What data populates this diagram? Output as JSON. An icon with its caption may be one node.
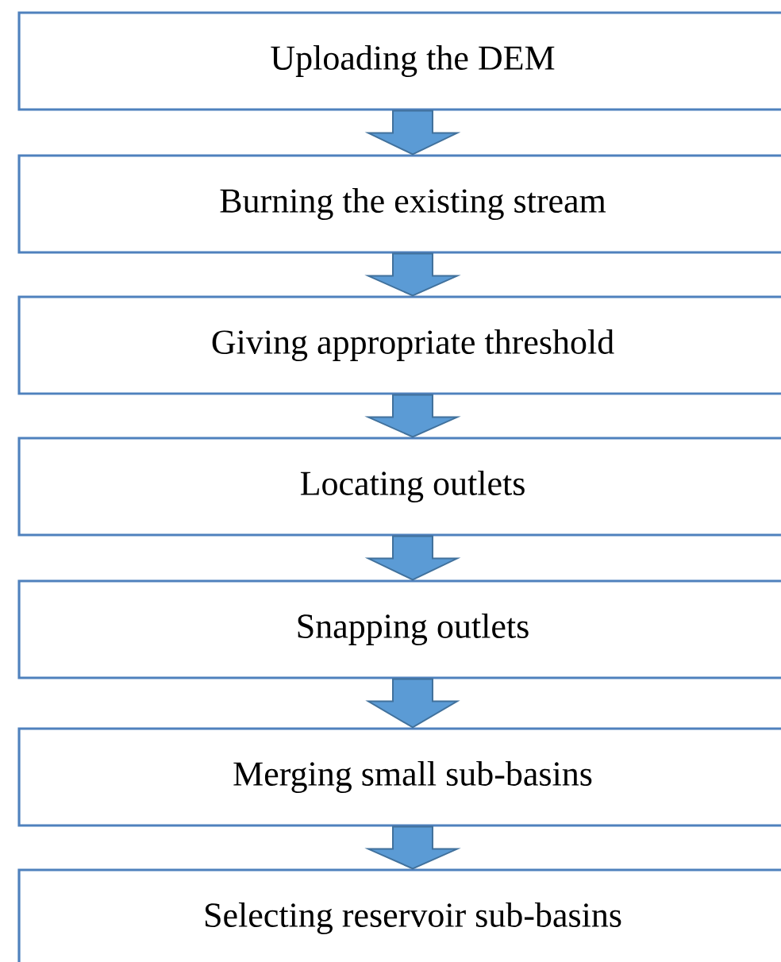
{
  "diagram": {
    "nodes": [
      {
        "text": [
          "Uploading the DEM"
        ]
      },
      {
        "text": [
          "Burning the existing stream"
        ]
      },
      {
        "text": [
          "Giving appropriate threshold"
        ]
      },
      {
        "text": [
          "Locating outlets"
        ]
      },
      {
        "text": [
          "Snapping outlets"
        ]
      },
      {
        "text": [
          "Merging small sub-basins"
        ]
      },
      {
        "text": [
          "Selecting reservoir sub-basins"
        ]
      }
    ],
    "edges": [
      {
        "from": 0,
        "to": 1,
        "arrow": "to"
      },
      {
        "from": 1,
        "to": 2,
        "arrow": "to"
      },
      {
        "from": 2,
        "to": 3,
        "arrow": "to"
      },
      {
        "from": 3,
        "to": 4,
        "arrow": "to"
      },
      {
        "from": 4,
        "to": 5,
        "arrow": "to"
      },
      {
        "from": 5,
        "to": 6,
        "arrow": "to"
      }
    ]
  }
}
